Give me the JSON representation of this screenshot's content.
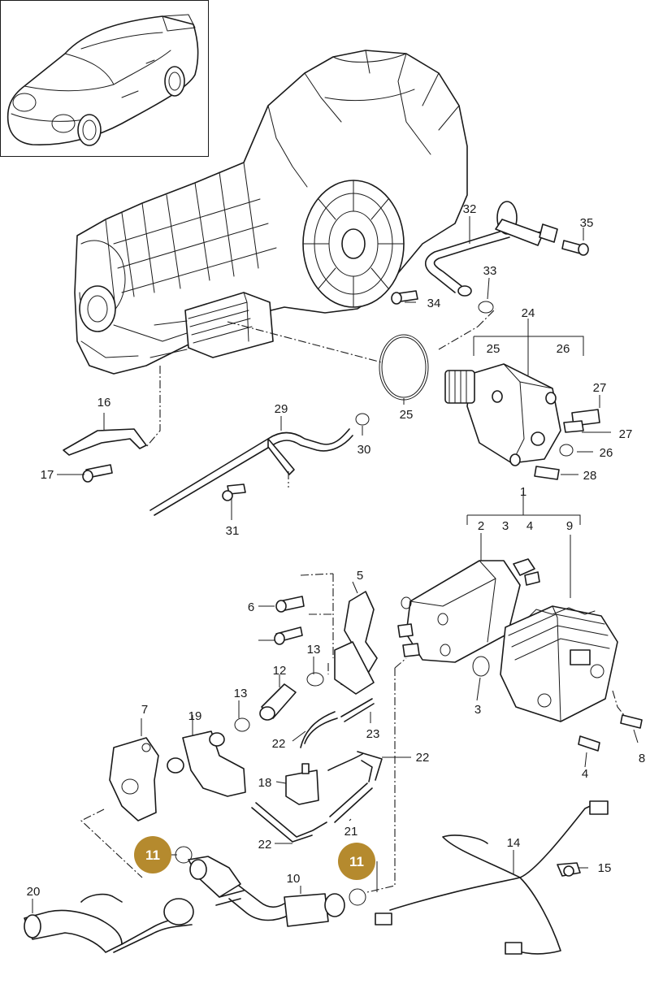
{
  "callouts": {
    "c1": "1",
    "c2": "2",
    "c3a": "3",
    "c4a": "4",
    "c9": "9",
    "c3": "3",
    "c4": "4",
    "c5": "5",
    "c6": "6",
    "c7": "7",
    "c8": "8",
    "c10": "10",
    "c11a": "11",
    "c11b": "11",
    "c12": "12",
    "c13a": "13",
    "c13b": "13",
    "c14": "14",
    "c15": "15",
    "c16": "16",
    "c17": "17",
    "c18": "18",
    "c19": "19",
    "c20": "20",
    "c21": "21",
    "c22a": "22",
    "c22b": "22",
    "c22c": "22",
    "c23": "23",
    "c24": "24",
    "c25a": "25",
    "c25b": "25",
    "c26a": "26",
    "c26b": "26",
    "c27a": "27",
    "c27b": "27",
    "c28": "28",
    "c29": "29",
    "c30": "30",
    "c31": "31",
    "c32": "32",
    "c33": "33",
    "c34": "34",
    "c35": "35"
  },
  "colors": {
    "highlight": "#b58a2e",
    "line": "#1a1a1a",
    "background": "#ffffff"
  }
}
